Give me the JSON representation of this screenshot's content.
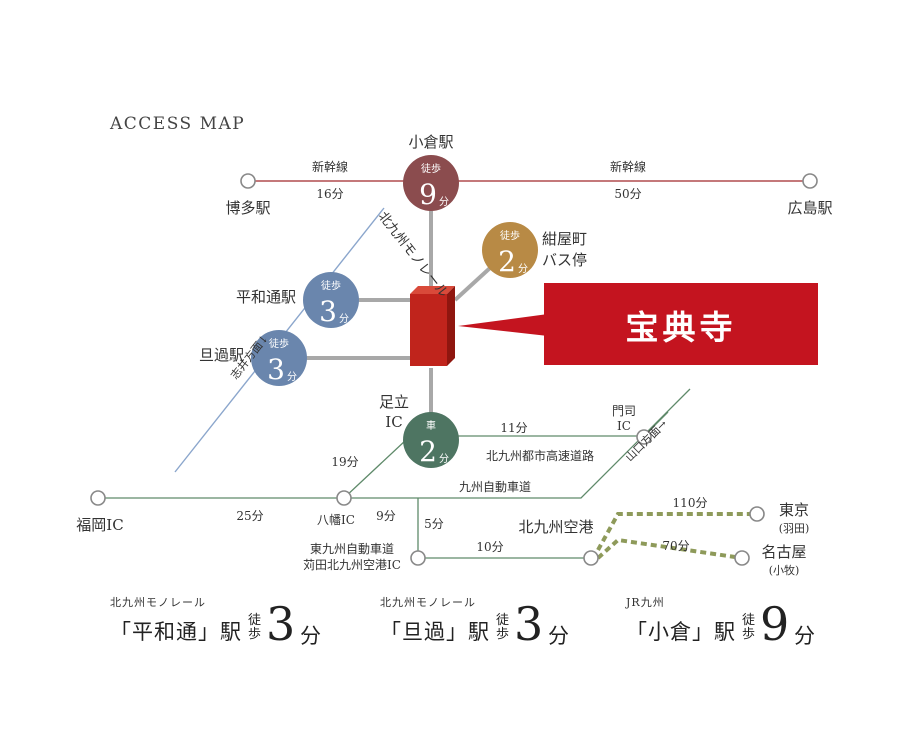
{
  "title": "ACCESS MAP",
  "colors": {
    "line": "#b04b4e",
    "gray": "#a8a8a8",
    "green_line": "#5f8a6a",
    "kokura": "#8b4c4e",
    "bus": "#b88a45",
    "blue": "#6a86ad",
    "green": "#4e7562",
    "building": "#c0241c",
    "banner": "#c4141f",
    "monorail": "#8ba6cc",
    "dotted": "#8e9a5a"
  },
  "shinkansen": {
    "hakata": "博多駅",
    "hiroshima": "広島駅",
    "left_label": "新幹線",
    "left_time": "16分",
    "right_label": "新幹線",
    "right_time": "50分"
  },
  "kokura": {
    "station": "小倉駅",
    "walk": "徒歩",
    "num": "9",
    "unit": "分"
  },
  "bus": {
    "walk": "徒歩",
    "num": "2",
    "unit": "分",
    "name1": "紺屋町",
    "name2": "バス停"
  },
  "heiwadori": {
    "station": "平和通駅",
    "walk": "徒歩",
    "num": "3",
    "unit": "分"
  },
  "tanga": {
    "station": "旦過駅",
    "walk": "徒歩",
    "num": "3",
    "unit": "分"
  },
  "monorail": {
    "label": "北九州モノレール",
    "direction": "志井方面↓"
  },
  "destination": "宝典寺",
  "adachi": {
    "name1": "足立",
    "name2": "IC",
    "mode": "車",
    "num": "2",
    "unit": "分"
  },
  "highway": {
    "mojiic1": "門司",
    "mojiic2": "IC",
    "t_moji": "11分",
    "urban": "北九州都市高速道路",
    "yamaguchi": "山口方面→",
    "t_yahata": "19分",
    "kyushu": "九州自動車道",
    "fukuoka": "福岡IC",
    "t_fukuoka": "25分",
    "yahata": "八幡IC",
    "t_9": "9分",
    "t_5": "5分",
    "higashi1": "東九州自動車道",
    "higashi2": "苅田北九州空港IC",
    "t_10": "10分",
    "airport": "北九州空港",
    "t_110": "110分",
    "tokyo": "東京",
    "tokyo_sub": "(羽田)",
    "t_70": "70分",
    "nagoya": "名古屋",
    "nagoya_sub": "(小牧)"
  },
  "footer": [
    {
      "line": "北九州モノレール",
      "station": "「平和通」駅",
      "walk1": "徒",
      "walk2": "歩",
      "num": "3",
      "unit": "分"
    },
    {
      "line": "北九州モノレール",
      "station": "「旦過」駅",
      "walk1": "徒",
      "walk2": "歩",
      "num": "3",
      "unit": "分"
    },
    {
      "line": "JR九州",
      "station": "「小倉」駅",
      "walk1": "徒",
      "walk2": "歩",
      "num": "9",
      "unit": "分"
    }
  ]
}
